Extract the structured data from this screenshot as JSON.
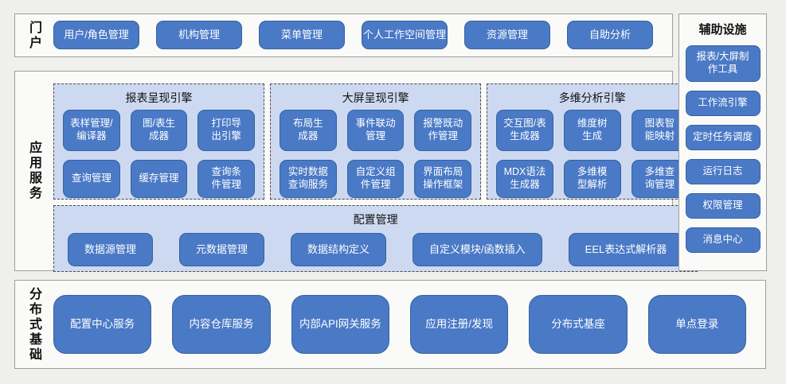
{
  "colors": {
    "page_bg": "#efefed",
    "section_bg": "#fafaf8",
    "section_border": "#9e9e9e",
    "button_fill": "#4a79c6",
    "button_border": "#35639f",
    "panel_bg": "#cdd9f1",
    "panel_dashed_border": "#4a4a4a",
    "button_text": "#ffffff",
    "label_text": "#111111"
  },
  "portal": {
    "label": "门户",
    "buttons": [
      "用户/角色管理",
      "机构管理",
      "菜单管理",
      "个人工作空间管理",
      "资源管理",
      "自助分析"
    ]
  },
  "app_services": {
    "label": "应用服务",
    "engines": [
      {
        "title": "报表呈现引擎",
        "buttons": [
          "表样管理/\n编译器",
          "图/表生\n成器",
          "打印导\n出引擎",
          "查询管理",
          "缓存管理",
          "查询条\n件管理"
        ]
      },
      {
        "title": "大屏呈现引擎",
        "buttons": [
          "布局生\n成器",
          "事件联动\n管理",
          "报警既动\n作管理",
          "实时数据\n查询服务",
          "自定义组\n件管理",
          "界面布局\n操作框架"
        ]
      },
      {
        "title": "多维分析引擎",
        "buttons": [
          "交互图/表\n生成器",
          "维度树\n生成",
          "图表智\n能映射",
          "MDX语法\n生成器",
          "多维模\n型解析",
          "多维查\n询管理"
        ]
      }
    ],
    "config": {
      "title": "配置管理",
      "buttons": [
        "数据源管理",
        "元数据管理",
        "数据结构定义",
        "自定义模块/函数插入",
        "EEL表达式解析器"
      ]
    }
  },
  "auxiliary": {
    "label": "辅助设施",
    "buttons": [
      "报表/大屏制\n作工具",
      "工作流引擎",
      "定时任务调度",
      "运行日志",
      "权限管理",
      "消息中心"
    ]
  },
  "foundation": {
    "label": "分布式基础",
    "buttons": [
      "配置中心服务",
      "内容仓库服务",
      "内部API网关服务",
      "应用注册/发现",
      "分布式基座",
      "单点登录"
    ]
  }
}
